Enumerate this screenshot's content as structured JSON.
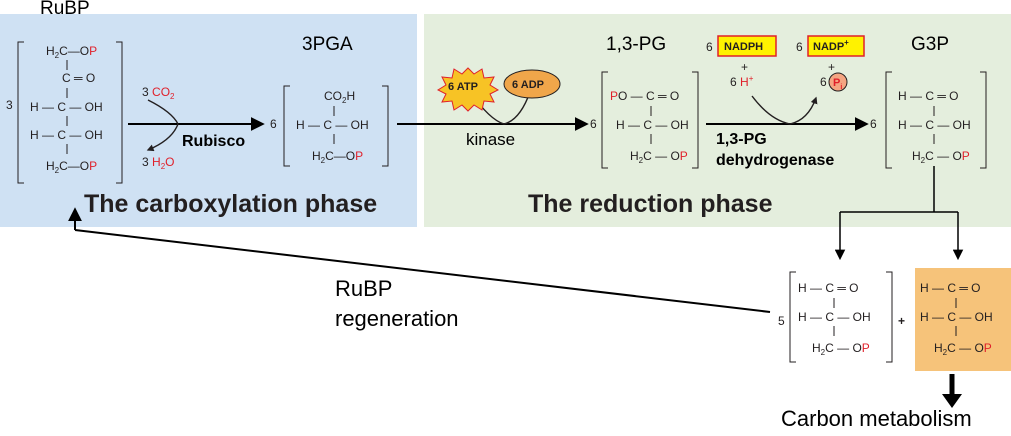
{
  "molecules": {
    "rubp": "RuBP",
    "pga": "3PGA",
    "pg13": "1,3-PG",
    "g3p": "G3P"
  },
  "phases": {
    "carboxylation": "The carboxylation phase",
    "reduction": "The reduction phase"
  },
  "enzymes": {
    "rubisco": "Rubisco",
    "kinase": "kinase",
    "dehydrogenase_line1": "1,3-PG",
    "dehydrogenase_line2": "dehydrogenase"
  },
  "cofactors": {
    "atp": "6 ATP",
    "adp": "6 ADP",
    "nadph_coef": "6",
    "nadph": "NADPH",
    "nadp_coef": "6",
    "nadp": "NADP",
    "nadp_sup": "+",
    "h_coef": "6",
    "h": "H",
    "h_sup": "+",
    "pi_coef": "6",
    "pi": "P",
    "pi_sub": "i",
    "plus": "+",
    "co2_coef": "3",
    "co2": "CO",
    "co2_sub": "2",
    "h2o_coef": "3",
    "h2o": "H",
    "h2o_sub": "2",
    "h2o_tail": "O"
  },
  "coefficients": {
    "rubp": "3",
    "pga": "6",
    "pg13": "6",
    "g3p": "6",
    "regen": "5",
    "plus": "+"
  },
  "labels": {
    "regen_line1": "RuBP",
    "regen_line2": "regeneration",
    "carbon_metabolism": "Carbon metabolism"
  },
  "colors": {
    "carboxylation_bg": "#cfe1f3",
    "reduction_bg": "#e4eedd",
    "phosphate_red": "#e0202a",
    "atp_starburst": "#f7c325",
    "adp_oval": "#f0a64a",
    "nadph_box": "#fff200",
    "pi_circle": "#f4a582",
    "highlight_g3p": "#f6c37a"
  }
}
